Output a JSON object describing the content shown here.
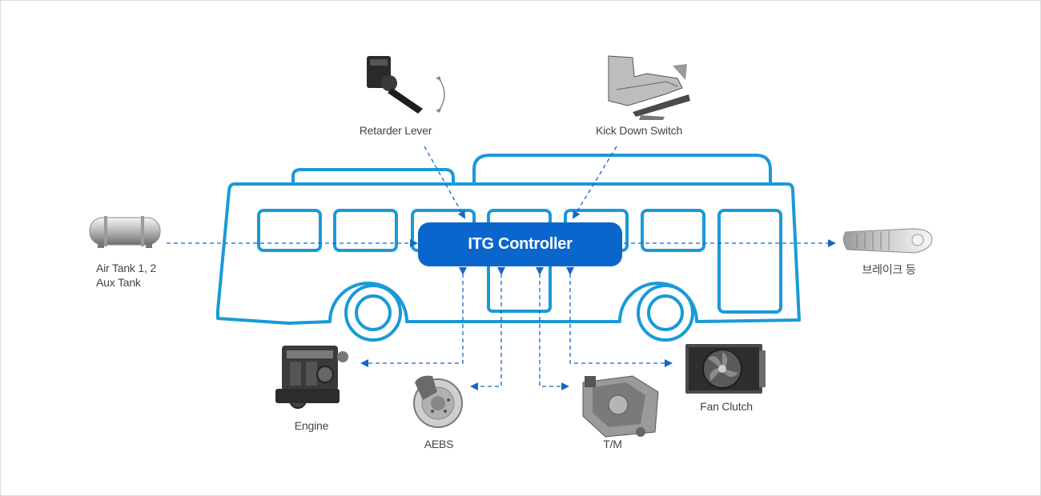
{
  "controller": {
    "label": "ITG Controller"
  },
  "inputs": {
    "retarder_lever": "Retarder Lever",
    "kick_down_switch": "Kick Down Switch",
    "air_tank_line1": "Air Tank 1, 2",
    "air_tank_line2": "Aux Tank"
  },
  "outputs": {
    "brake_light": "브레이크 등"
  },
  "components": {
    "engine": "Engine",
    "aebs": "AEBS",
    "tm": "T/M",
    "fan_clutch": "Fan Clutch"
  },
  "colors": {
    "bus_outline": "#1a9ad8",
    "controller_fill": "#0a66cc",
    "arrow": "#1566c9"
  }
}
